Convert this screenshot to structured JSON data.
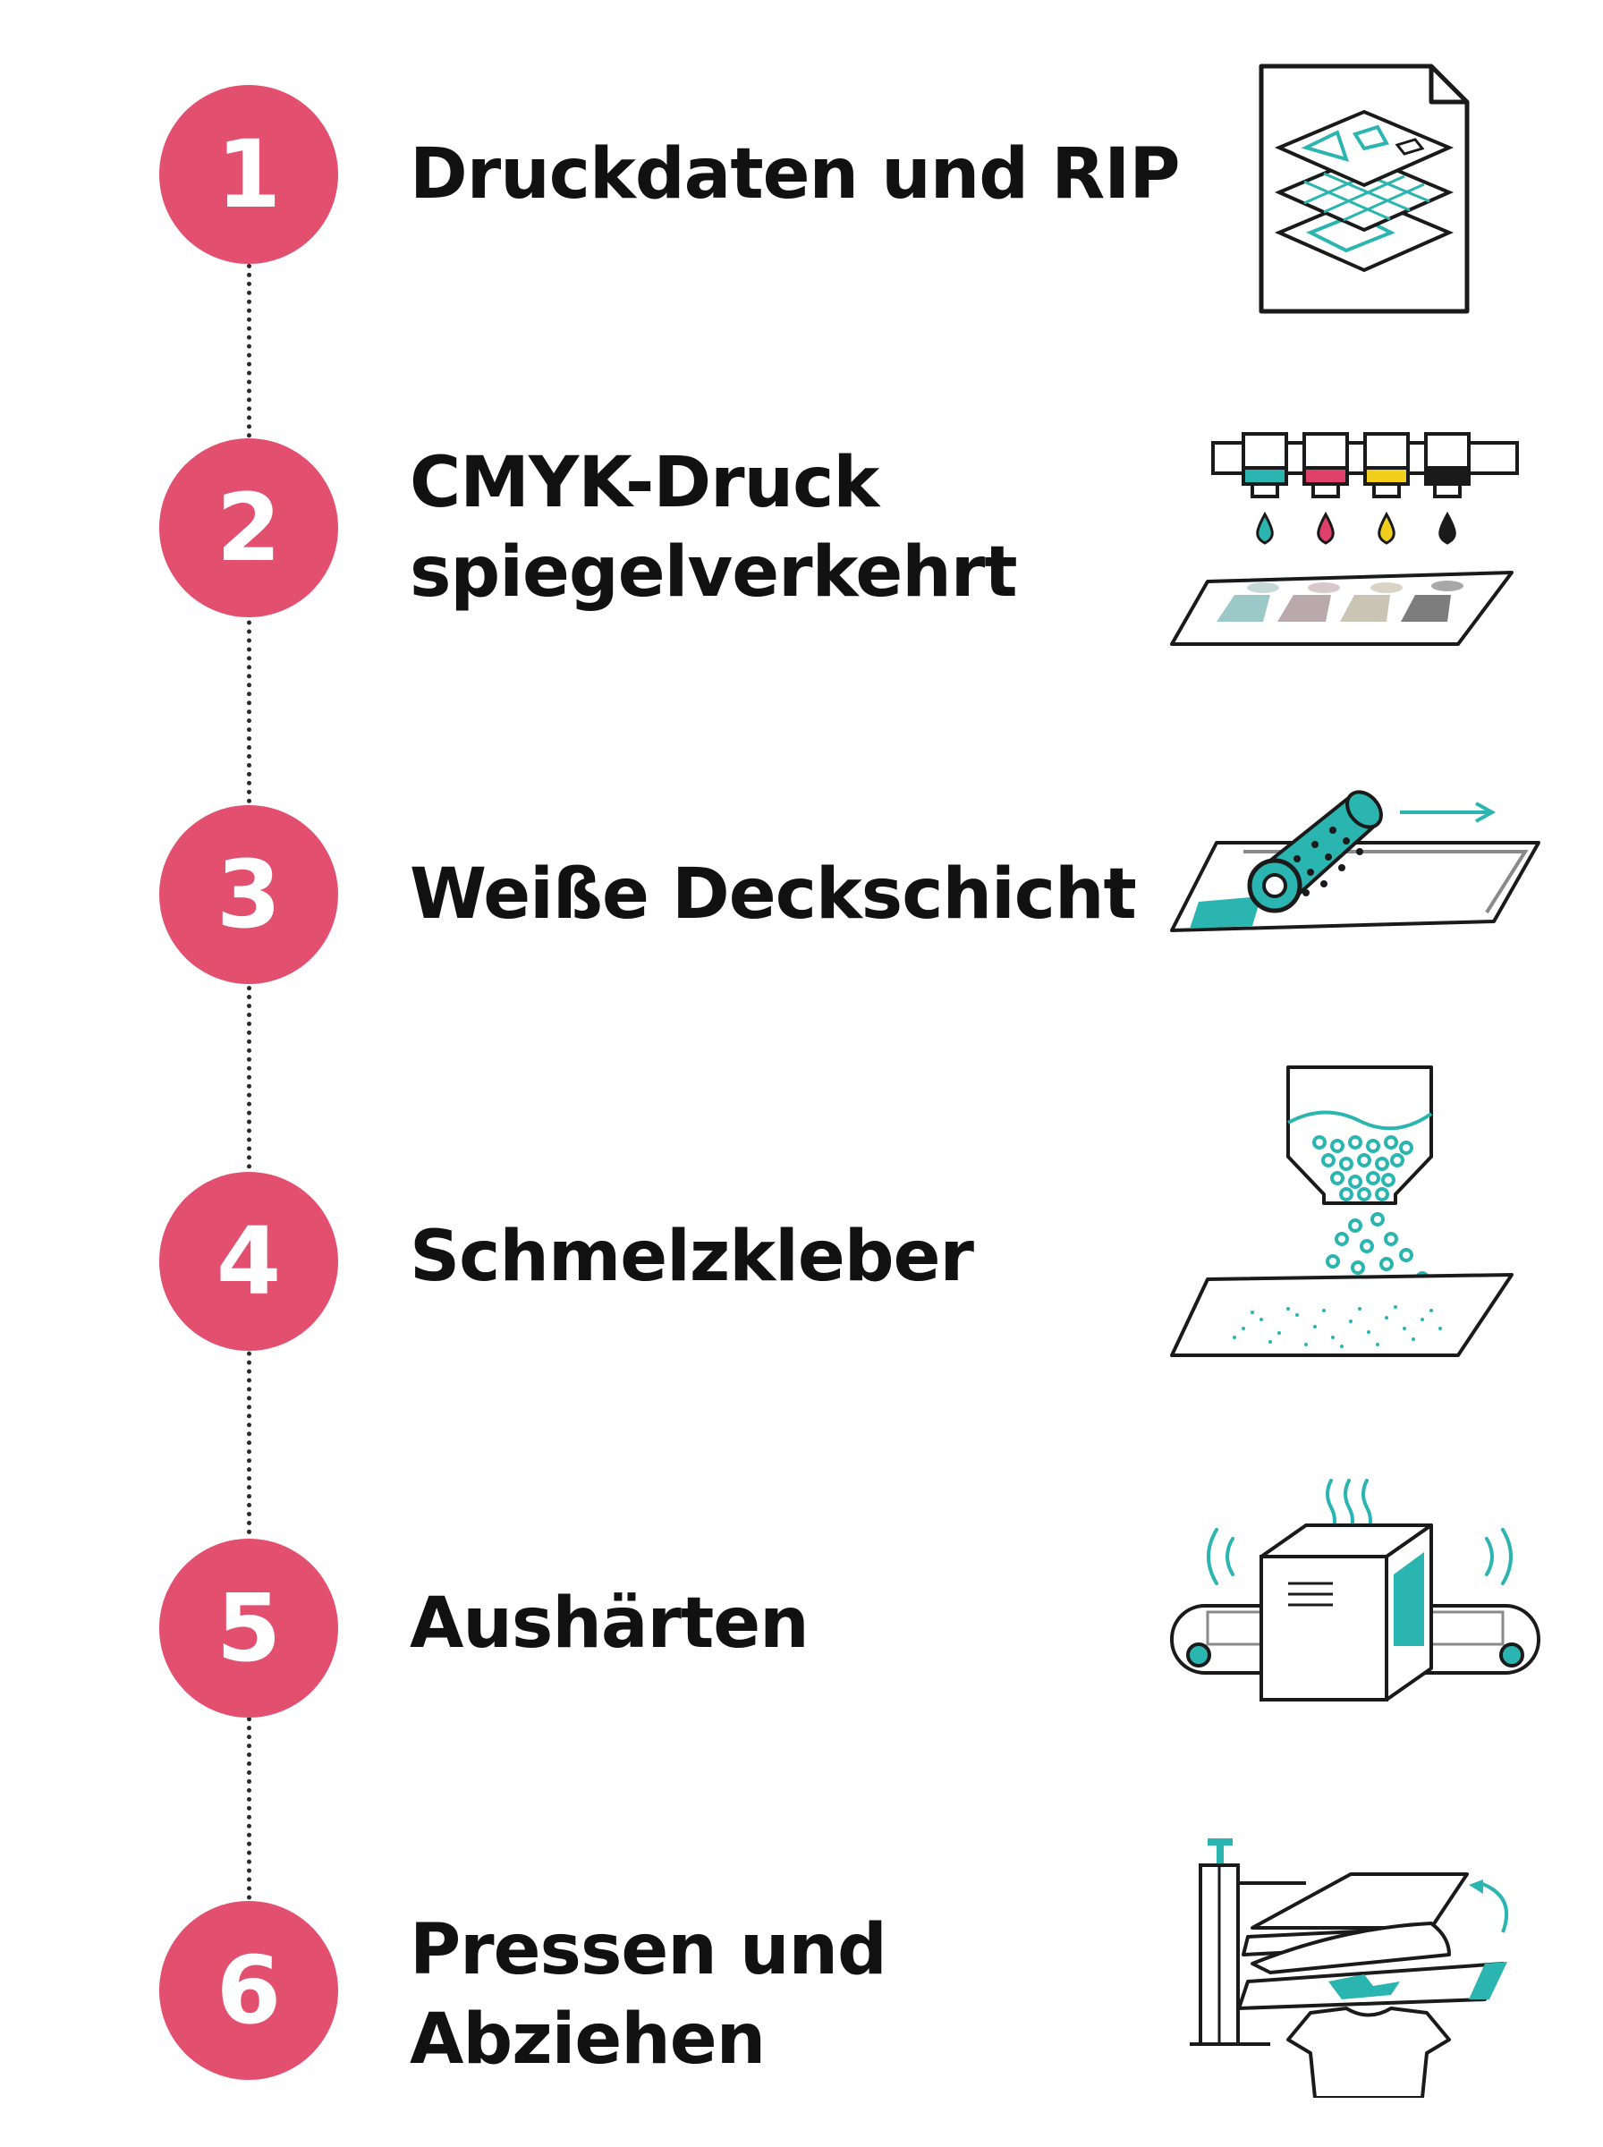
{
  "colors": {
    "accent": "#e3506f",
    "teal": "#2bb5b0",
    "magenta": "#e0416a",
    "yellow": "#f2cf1d",
    "black": "#1a1a1a",
    "text": "#111111"
  },
  "steps": [
    {
      "number": "1",
      "title_lines": [
        "Druckdaten und RIP"
      ],
      "icon": "print-data-layers-icon"
    },
    {
      "number": "2",
      "title_lines": [
        "CMYK-Druck",
        "spiegelverkehrt"
      ],
      "icon": "cmyk-printheads-icon"
    },
    {
      "number": "3",
      "title_lines": [
        "Weiße Deckschicht"
      ],
      "icon": "white-ink-roller-icon"
    },
    {
      "number": "4",
      "title_lines": [
        "Schmelzkleber"
      ],
      "icon": "powder-hopper-icon"
    },
    {
      "number": "5",
      "title_lines": [
        "Aushärten"
      ],
      "icon": "curing-oven-icon"
    },
    {
      "number": "6",
      "title_lines": [
        "Pressen und",
        "Abziehen"
      ],
      "icon": "heat-press-icon"
    }
  ]
}
